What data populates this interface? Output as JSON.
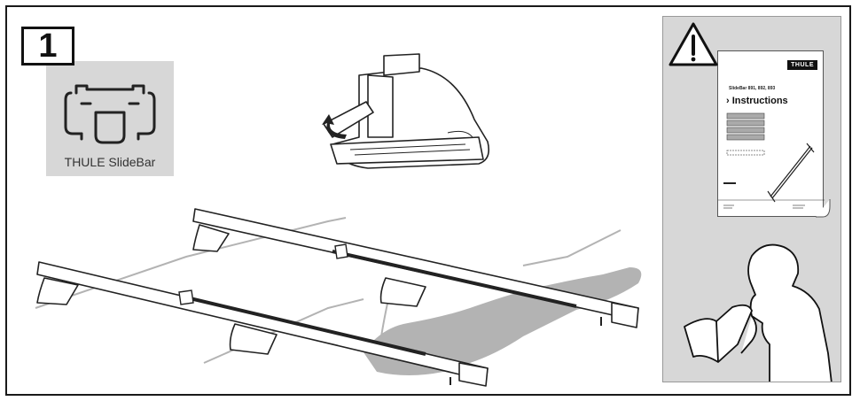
{
  "step": {
    "number": "1"
  },
  "profile": {
    "caption": "THULE SlideBar",
    "icon": "slidebar-profile-icon"
  },
  "manual": {
    "brand": "THULE",
    "subtitle": "SlideBar 891, 892, 893",
    "title": "› Instructions"
  },
  "icons": {
    "warning": "warning-triangle-icon",
    "foot": "roof-foot-illustration",
    "bars": "roof-bars-illustration",
    "person": "person-reading-illustration"
  },
  "colors": {
    "border": "#1a1a1a",
    "panel": "#d7d7d7",
    "silhouette": "#b3b3b3"
  }
}
